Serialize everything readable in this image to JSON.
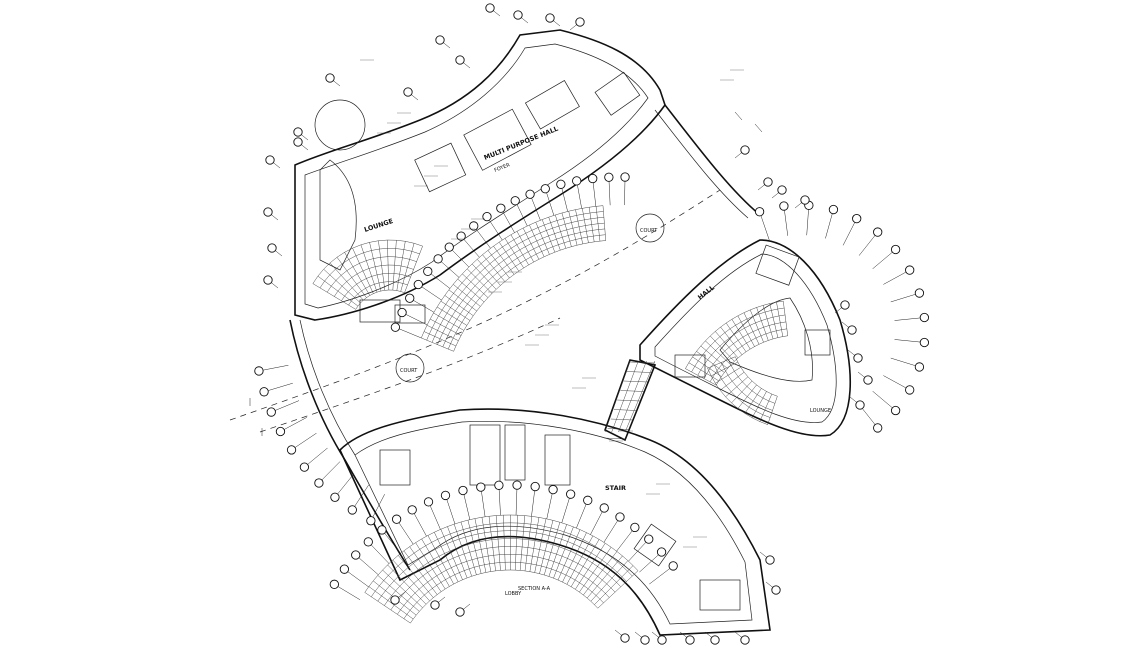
{
  "drawing": {
    "background": "#ffffff",
    "line_color": "#111111"
  },
  "labels": {
    "block_a_top": "MULTI PURPOSE HALL",
    "block_a_sub": "FOYER",
    "block_a_room": "LOUNGE",
    "block_b_stair": "STAIR",
    "block_b_lobby": "LOBBY",
    "block_c_hall": "HALL",
    "block_c_lounge": "LOUNGE",
    "court_1": "COURT",
    "court_2": "COURT",
    "section_mark": "SECTION A-A"
  }
}
